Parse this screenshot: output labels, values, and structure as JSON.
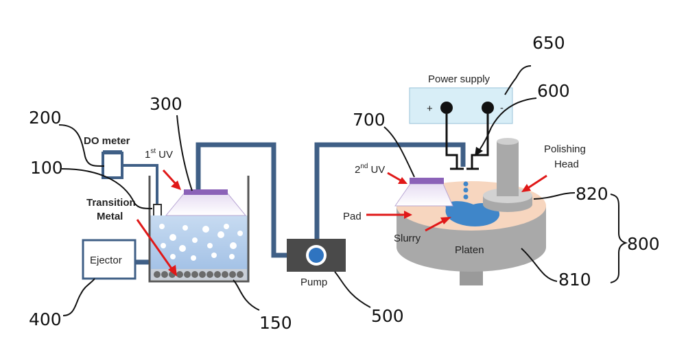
{
  "labels": {
    "do_meter": "DO meter",
    "uv1_main": "1",
    "uv1_sup": "st",
    "uv1_tail": "UV",
    "transition_metal_1": "Transition",
    "transition_metal_2": "Metal",
    "ejector": "Ejector",
    "pump": "Pump",
    "power_supply": "Power supply",
    "plus": "+",
    "minus": "-",
    "uv2_main": "2",
    "uv2_sup": "nd",
    "uv2_tail": "UV",
    "pad": "Pad",
    "slurry": "Slurry",
    "platen": "Platen",
    "polishing_head_1": "Polishing",
    "polishing_head_2": "Head"
  },
  "refs": {
    "r100": "100",
    "r150": "150",
    "r200": "200",
    "r300": "300",
    "r400": "400",
    "r500": "500",
    "r600": "600",
    "r650": "650",
    "r700": "700",
    "r800": "800",
    "r810": "810",
    "r820": "820"
  },
  "colors": {
    "pipe": "#3f5f86",
    "water": "#aecbea",
    "uv_lamp": "#8b62b8",
    "pad": "#f7d6bf",
    "slurry": "#3f86c9",
    "platen": "#a9a9a9",
    "power_supply": "#d8eef7",
    "arrow": "#e01818"
  }
}
